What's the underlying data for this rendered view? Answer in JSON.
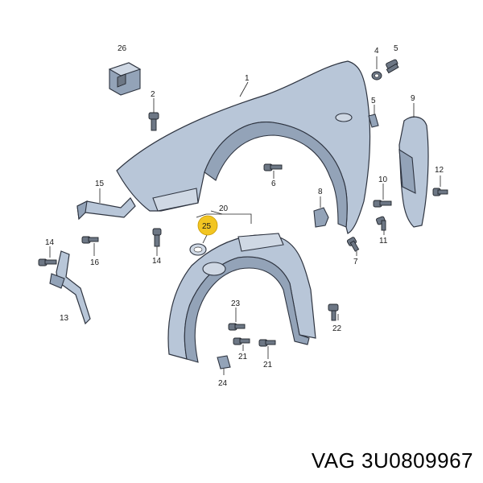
{
  "callouts": {
    "c1": "1",
    "c2": "2",
    "c4": "4",
    "c5": "5",
    "c6": "6",
    "c7": "7",
    "c8": "8",
    "c9": "9",
    "c10": "10",
    "c11": "11",
    "c12": "12",
    "c13": "13",
    "c14a": "14",
    "c14b": "14",
    "c15": "15",
    "c16": "16",
    "c20": "20",
    "c21a": "21",
    "c21b": "21",
    "c22": "22",
    "c23": "23",
    "c24": "24",
    "c25": "25",
    "c26": "26"
  },
  "highlight_color": "#f2c521",
  "caption": "VAG 3U0809967"
}
